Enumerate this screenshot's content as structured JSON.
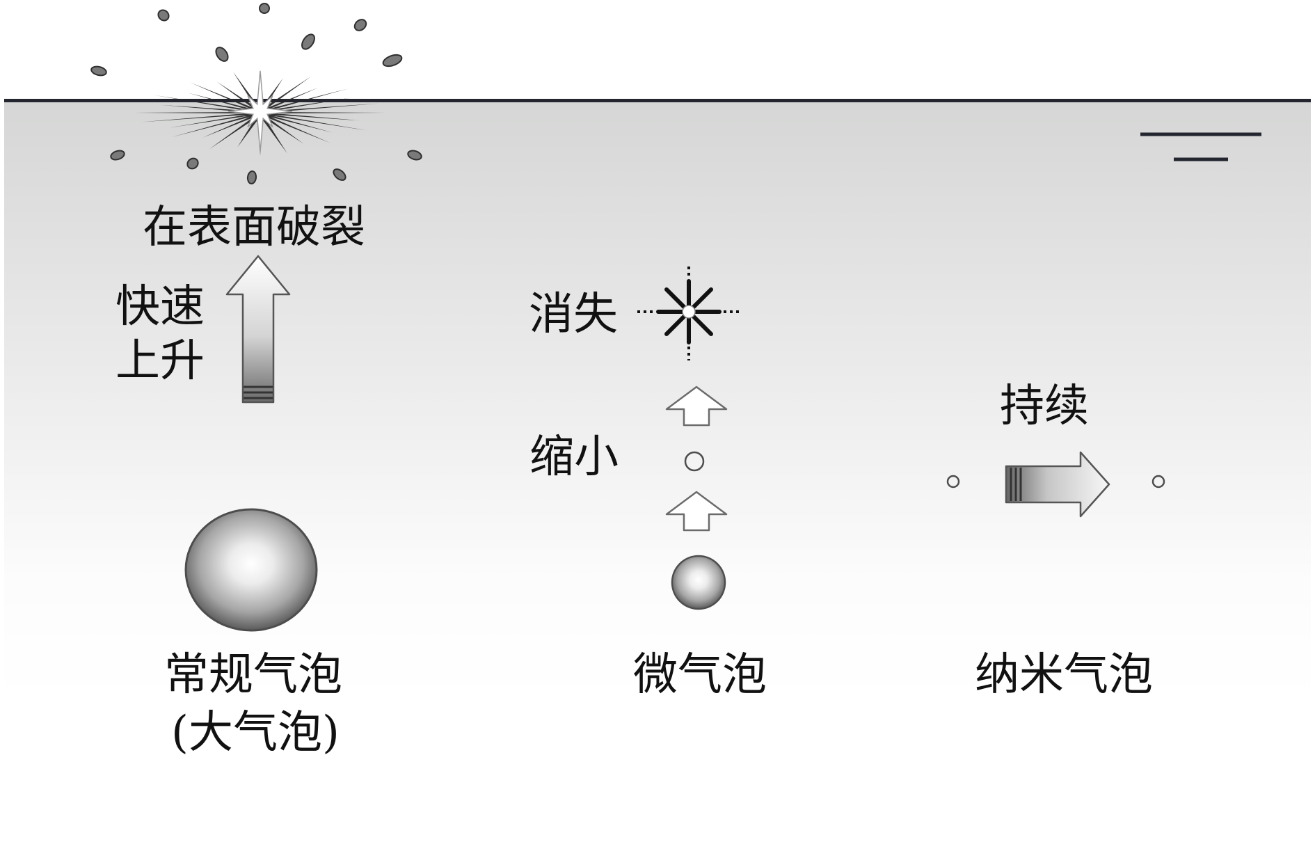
{
  "diagram": {
    "regular_bubble": {
      "name": "常规气泡",
      "alias": "(大气泡)",
      "motion_label": [
        "快速",
        "上升"
      ],
      "fate_label": "在表面破裂"
    },
    "micro_bubble": {
      "name": "微气泡",
      "shrink_label": "缩小",
      "fate_label": "消失"
    },
    "nano_bubble": {
      "name": "纳米气泡",
      "fate_label": "持续"
    }
  },
  "icons": {
    "surface_burst": "starburst-icon",
    "micro_burst": "asterisk-burst-icon",
    "water_level": "water-level-icon",
    "rise_arrow": "arrow-up-icon",
    "persist_arrow": "arrow-right-icon"
  },
  "colors": {
    "ink": "#111111",
    "surface_line": "#23262f",
    "water_top": "#d5d6d5",
    "water_bottom": "#ffffff",
    "bubble_rim": "#4d4d4d"
  }
}
